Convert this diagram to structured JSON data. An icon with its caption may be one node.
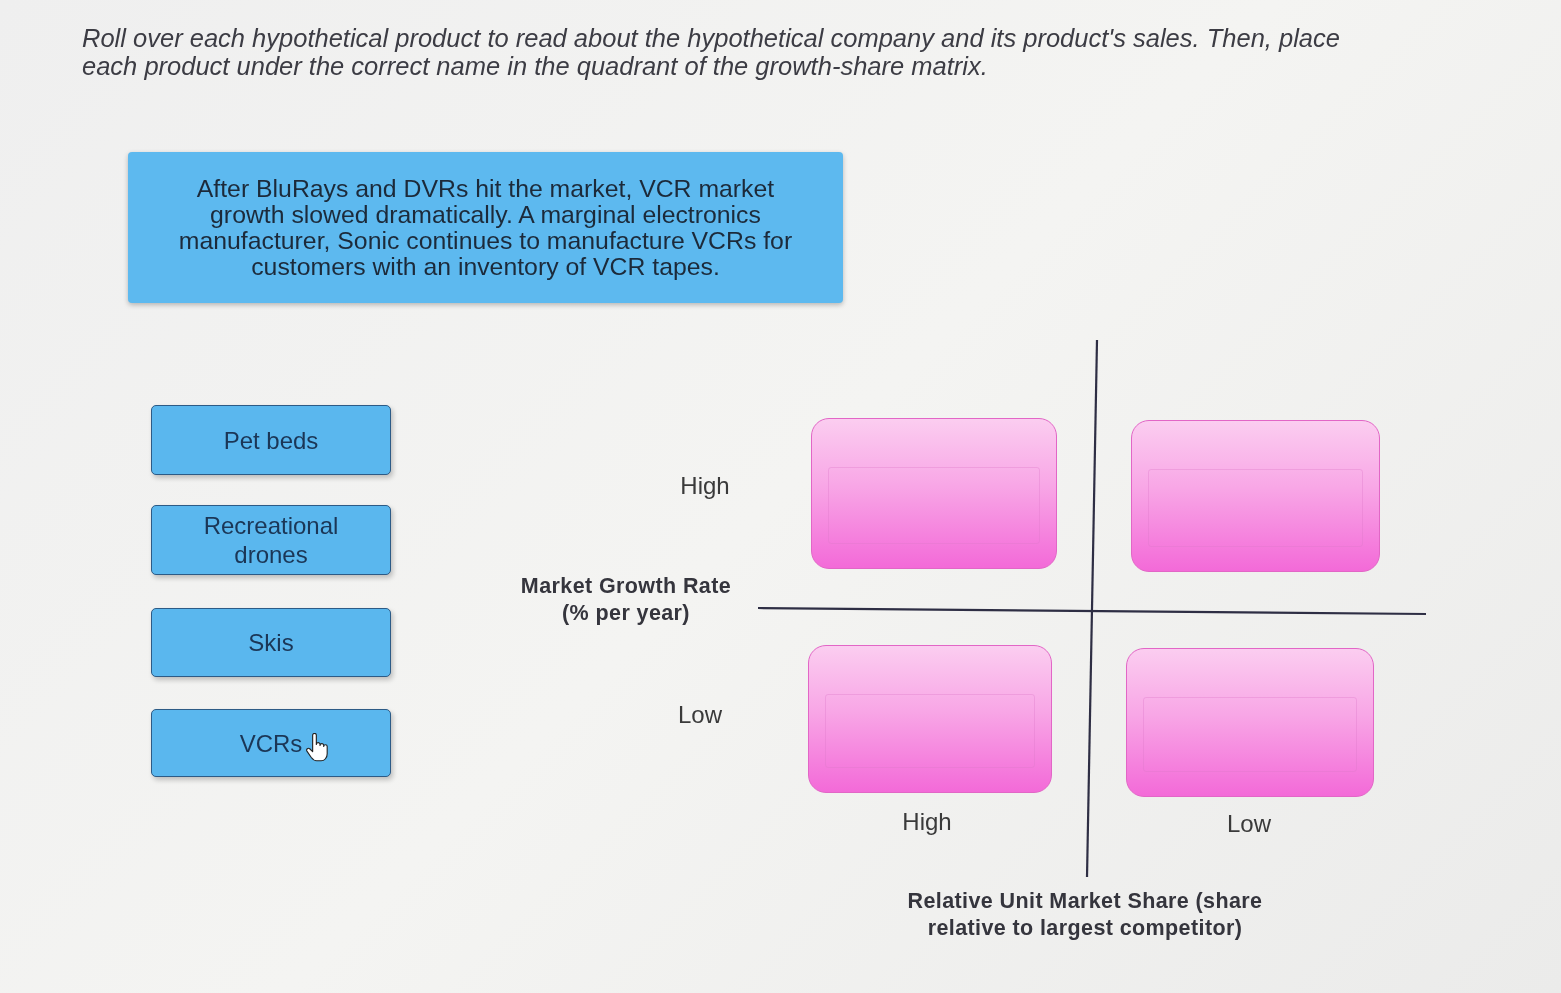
{
  "diagram": {
    "title": "Roll over each hypothetical product to read about the hypothetical company and its product's sales. Then, place each product under the correct name in the quadrant of the growth-share matrix.",
    "nodes": [
      {
        "text": [
          "After BluRays and DVRs hit the market, VCR market growth slowed dramatically. A marginal electronics manufacturer, Sonic continues to manufacture VCRs for customers with an inventory of VCR tapes."
        ]
      },
      {
        "text": [
          "Pet beds"
        ]
      },
      {
        "text": [
          "Recreational drones"
        ]
      },
      {
        "text": [
          "Skis"
        ]
      },
      {
        "text": [
          "VCRs"
        ]
      },
      {
        "text": [],
        "shape": "box"
      },
      {
        "text": [],
        "shape": "box"
      },
      {
        "text": [],
        "shape": "box"
      },
      {
        "text": [],
        "shape": "box"
      }
    ],
    "labels": [
      "High",
      "Market Growth Rate (% per year)",
      "Low",
      "High",
      "Low",
      "Relative Unit Market Share (share relative to largest competitor)"
    ]
  }
}
